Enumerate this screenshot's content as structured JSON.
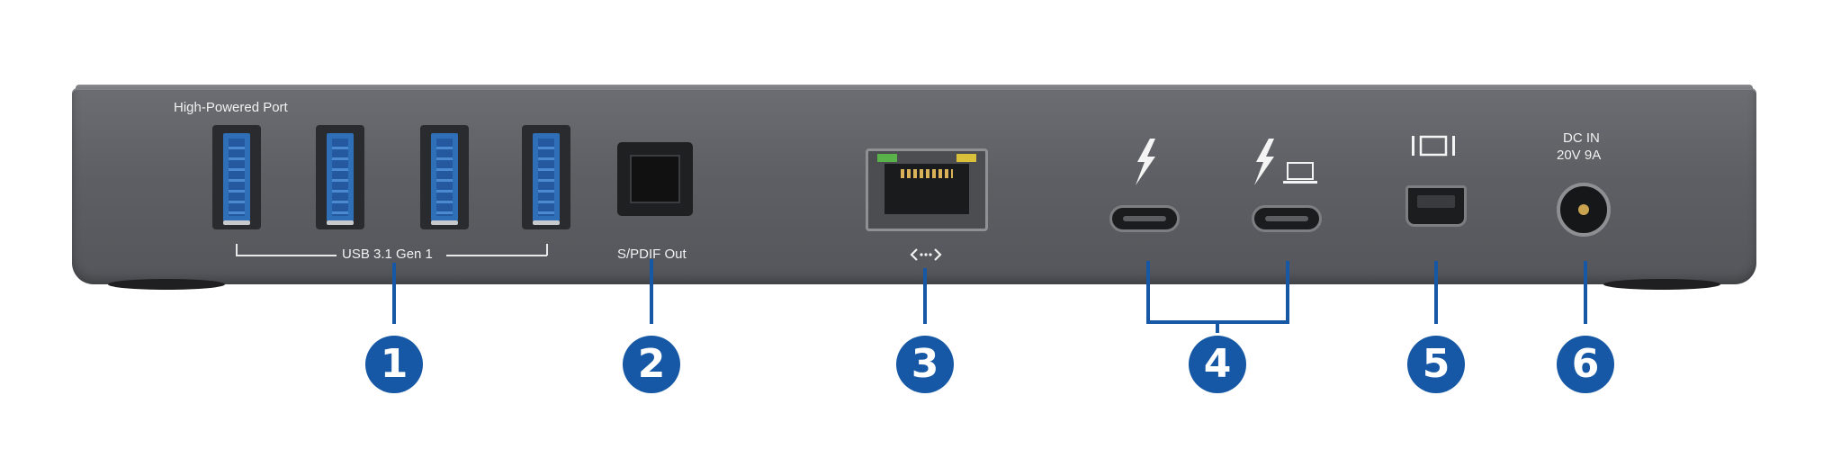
{
  "labels": {
    "high_powered_port": "High-Powered Port",
    "usb_group": "USB 3.1 Gen 1",
    "spdif": "S/PDIF Out",
    "dc_in_line1": "DC IN",
    "dc_in_line2": "20V 9A"
  },
  "callouts": [
    "1",
    "2",
    "3",
    "4",
    "5",
    "6"
  ],
  "icons": {
    "ethernet": "ethernet-arrows-icon",
    "thunderbolt": "thunderbolt-icon",
    "thunderbolt_host": "laptop-icon",
    "display": "mini-displayport-icon"
  },
  "colors": {
    "callout_blue": "#1658a5",
    "dock_gray": "#5d5f64",
    "usb_blue": "#2e6fb7"
  }
}
